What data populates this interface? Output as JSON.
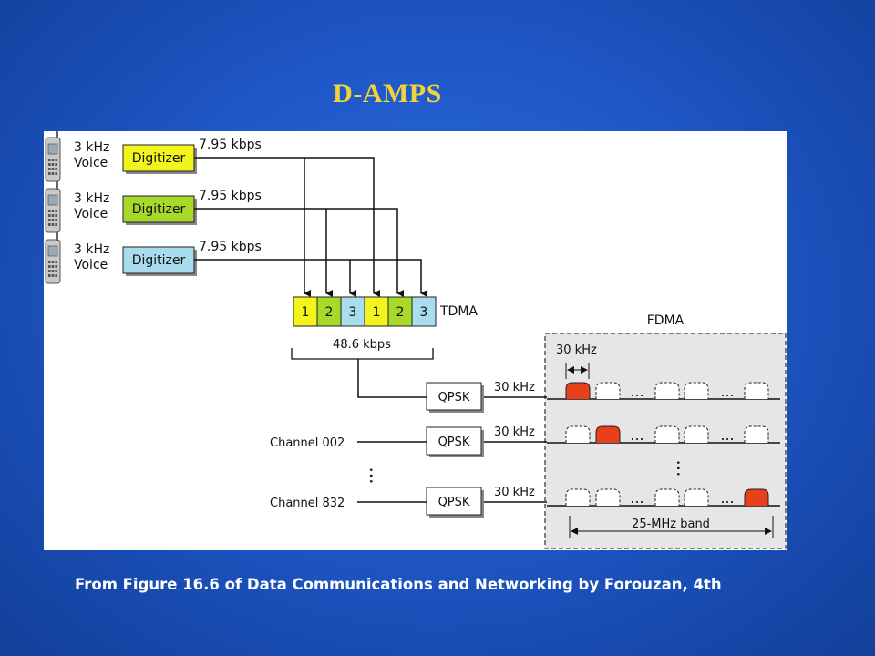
{
  "slide": {
    "title": "D-AMPS",
    "caption": "From Figure 16.6 of Data Communications and Networking by Forouzan, 4th"
  },
  "diagram": {
    "voice_label_line1": "3 kHz",
    "voice_label_line2": "Voice",
    "digitizer_label": "Digitizer",
    "rate_label": "7.95 kbps",
    "digitizer_colors": [
      "#f3f31e",
      "#a8d82a",
      "#a9dcec"
    ],
    "tdma_slots": [
      "1",
      "2",
      "3",
      "1",
      "2",
      "3"
    ],
    "tdma_label": "TDMA",
    "tdma_rate": "48.6 kbps",
    "fdma_label": "FDMA",
    "spacing_label": "30 kHz",
    "modulator_label": "QPSK",
    "carrier_label": "30 kHz",
    "channels": [
      {
        "name": "",
        "active_slot": 1
      },
      {
        "name": "Channel 002",
        "active_slot": 2
      },
      {
        "name": "Channel 832",
        "active_slot": 8
      }
    ],
    "ellipsis": "...",
    "band_label": "25-MHz band",
    "active_color": "#e8401a"
  }
}
